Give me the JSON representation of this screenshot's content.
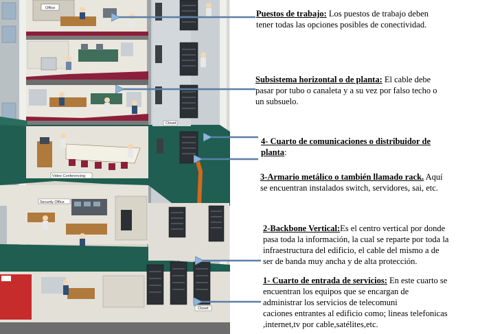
{
  "illustration": {
    "labels": {
      "office": "Office",
      "video_conferencing": "Video Conferencing",
      "security_office": "Security Office",
      "closet_upper": "Closet",
      "closet_lower": "Closet"
    }
  },
  "captions": {
    "puestos": {
      "heading": "Puestos de trabajo:",
      "lines": [
        "Los puestos de trabajo deben",
        "tener todas las opciones posibles de conectividad."
      ]
    },
    "subsistema": {
      "heading": "Subsistema horizontal o de planta:",
      "lines": [
        "El cable debe",
        "pasar por tubo o canaleta y  a su vez por falso techo o",
        "un subsuelo."
      ]
    },
    "cuarto_com": {
      "heading_line1": "4- Cuarto de comunicaciones o  distribuidor de",
      "heading_line2": "planta",
      "tail": ":"
    },
    "armario": {
      "heading": "3-Armario metálico o también llamado rack.",
      "lines": [
        "Aquí",
        "se encuentran instalados switch, servidores, sai, etc."
      ]
    },
    "backbone": {
      "heading": "2-Backbone Vertical:",
      "lines": [
        "Es el centro vertical por donde",
        "pasa toda la información, la cual se reparte por toda la",
        "infraestructura del edificio, el cable del mismo a de",
        "ser de banda muy ancha y de alta protección."
      ]
    },
    "entrada": {
      "heading": "1- Cuarto de entrada de servicios:",
      "lines": [
        "En este cuarto se",
        "encuentran los equipos que se encargan de",
        "administrar los servicios de telecomuni",
        "caciones entrantes al edificio como; lineas telefonicas",
        ",internet,tv por cable,satélites,etc."
      ]
    }
  }
}
